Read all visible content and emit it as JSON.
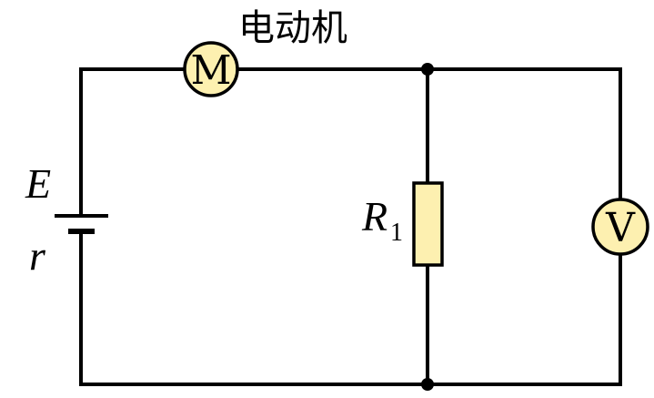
{
  "motor": {
    "label": "电动机",
    "symbol": "M"
  },
  "battery": {
    "emf_label": "E",
    "resistance_label": "r"
  },
  "resistor": {
    "label": "R",
    "subscript": "1"
  },
  "voltmeter": {
    "symbol": "V"
  },
  "colors": {
    "wire": "#000000",
    "component_fill": "#fdf0b0",
    "background": "#ffffff"
  }
}
